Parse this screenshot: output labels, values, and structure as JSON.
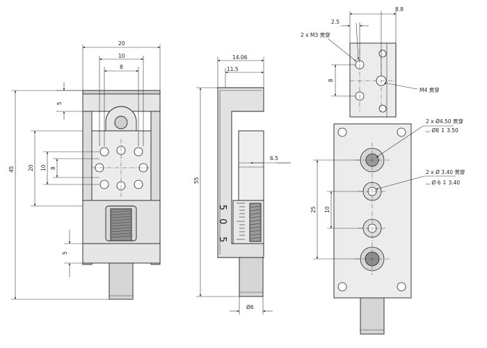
{
  "colors": {
    "line": "#222222",
    "part_fill_light": "#e6e6e6",
    "part_fill_mid": "#cfcfcf",
    "part_fill_dark": "#9a9a9a"
  },
  "front_view": {
    "dim_width_20": "20",
    "dim_10": "10",
    "dim_8": "8",
    "dim_5_top": "5",
    "dim_height_45": "45",
    "dim_hole_20": "20",
    "dim_hole_10": "10",
    "dim_hole_8": "8",
    "dim_5_bottom": "5"
  },
  "side_view": {
    "dim_14_06": "14.06",
    "dim_11_5": "11.5",
    "dim_55": "55",
    "dim_6_5": "6.5",
    "dim_shaft": "Ø6",
    "scale_labels": [
      "5",
      "0",
      "5"
    ]
  },
  "top_view": {
    "dim_2_5": "2.5",
    "dim_8_8": "8.8",
    "note_m3": "2 x M3 贯穿",
    "dim_8": "8",
    "note_m4": "M4 贯穿"
  },
  "back_view": {
    "note_450_line1": "2 x Ø4.50 贯穿",
    "note_450_line2": "⌴ Ø8 ↧ 3.50",
    "note_340_line1": "2 x Ø 3.40 贯穿",
    "note_340_line2": "⌴ Ø 6 ↧ 3.40",
    "dim_25": "25",
    "dim_10": "10"
  }
}
